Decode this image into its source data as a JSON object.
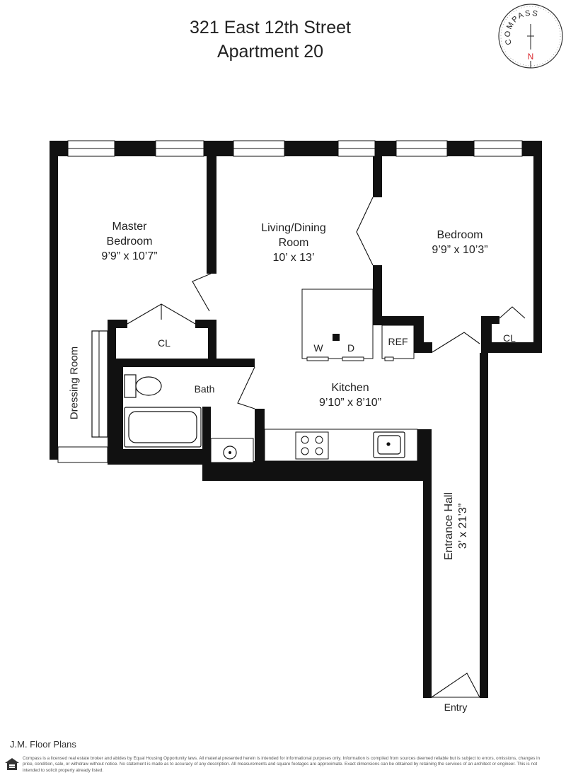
{
  "header": {
    "address": "321 East 12th Street",
    "unit": "Apartment 20"
  },
  "compass": {
    "brand": "COMPASS",
    "north": "N"
  },
  "rooms": {
    "master_name_1": "Master",
    "master_name_2": "Bedroom",
    "master_size": "9’9” x 10’7”",
    "living_name_1": "Living/Dining",
    "living_name_2": "Room",
    "living_size": "10’ x 13’",
    "bedroom_name": "Bedroom",
    "bedroom_size": "9’9” x 10’3”",
    "closet_left": "CL",
    "closet_right": "CL",
    "dressing": "Dressing Room",
    "bath": "Bath",
    "washer": "W",
    "dryer": "D",
    "fridge": "REF",
    "kitchen_name": "Kitchen",
    "kitchen_size": "9’10” x 8’10”",
    "hall_name": "Entrance Hall",
    "hall_size": "3’ x 21’3”",
    "entry": "Entry"
  },
  "footer": {
    "credit": "J.M. Floor Plans",
    "disclaimer": "Compass is a licensed real estate broker and abides by Equal Housing Opportunity laws. All material presented herein is intended for informational purposes only. Information is compiled from sources deemed reliable but is subject to errors, omissions, changes in price, condition, sale, or withdraw without notice. No statement is made as to accuracy of any description. All measurements and square footages are approximate. Exact dimensions can be obtained by retaining the services of an architect or engineer. This is not intended to solicit property already listed."
  },
  "colors": {
    "wall": "#111111",
    "north_accent": "#d9262c"
  }
}
